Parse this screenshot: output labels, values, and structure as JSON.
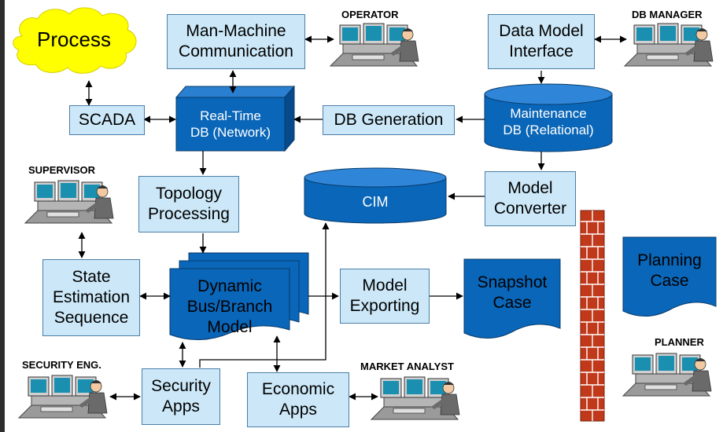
{
  "nodes": {
    "process": "Process",
    "mmc": "Man-Machine\nCommunication",
    "dmi": "Data Model\nInterface",
    "scada": "SCADA",
    "rtdb": "Real-Time\nDB (Network)",
    "dbgen": "DB Generation",
    "maint": "Maintenance\nDB (Relational)",
    "topo": "Topology\nProcessing",
    "cim": "CIM",
    "conv": "Model\nConverter",
    "planning": "Planning\nCase",
    "state": "State\nEstimation\nSequence",
    "dyn": "Dynamic\nBus/Branch\nModel",
    "mexp": "Model\nExporting",
    "snapshot": "Snapshot\nCase",
    "secapps": "Security\nApps",
    "econapps": "Economic\nApps"
  },
  "roles": {
    "operator": "OPERATOR",
    "dbmanager": "DB MANAGER",
    "supervisor": "SUPERVISOR",
    "seceng": "SECURITY ENG.",
    "market": "MARKET ANALYST",
    "planner": "PLANNER"
  },
  "colors": {
    "box_fill": "#cce8f8",
    "box_border": "#4a7ea8",
    "db_blue": "#0a66b8",
    "cloud_yellow": "#ffff00",
    "brick_red": "#c0391b"
  }
}
